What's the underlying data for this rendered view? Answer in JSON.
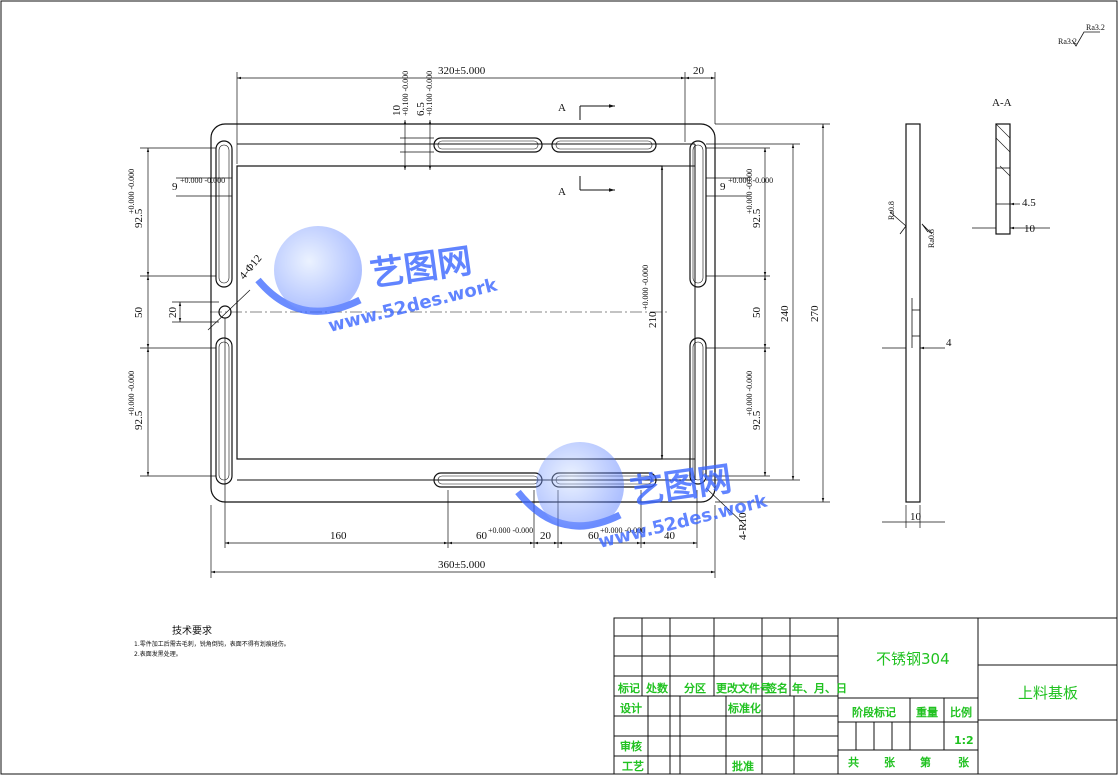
{
  "dimensions": {
    "top_width": "320±5.000",
    "top_right": "20",
    "slot_pos_top_a": "10",
    "slot_pos_top_a_tol": "+0.100 -0.000",
    "slot_pos_top_b": "6.5",
    "slot_pos_top_b_tol": "+0.100 -0.000",
    "slot_width_left": "9",
    "slot_width_left_tol": "+0.000 -0.000",
    "slot_width_right": "9",
    "slot_width_right_tol": "+0.000 -0.000",
    "left_upper_slot": "92.5",
    "left_upper_slot_tol": "+0.000 -0.000",
    "left_mid": "50",
    "left_hole_dim": "20",
    "left_lower_slot": "92.5",
    "left_lower_slot_tol": "+0.000 -0.000",
    "hole_callout": "4-Φ12",
    "right_upper_slot": "92.5",
    "right_upper_slot_tol": "+0.000 -0.000",
    "right_mid": "50",
    "right_lower_slot": "92.5",
    "right_lower_slot_tol": "+0.000 -0.000",
    "inner_height": "210",
    "inner_height_tol": "+0.000 -0.000",
    "height_240": "240",
    "height_270": "270",
    "bottom_160": "160",
    "bottom_slot_a": "60",
    "bottom_slot_a_tol": "+0.000 -0.000",
    "bottom_20": "20",
    "bottom_slot_b": "60",
    "bottom_slot_b_tol": "+0.000 -0.000",
    "bottom_40": "40",
    "corner_callout": "4-R10",
    "overall_width": "360±5.000",
    "side_thickness": "10",
    "side_4": "4",
    "section_4_5": "4.5",
    "section_10": "10"
  },
  "labels": {
    "section_a_top": "A",
    "section_a_bottom": "A",
    "section_view_title": "A-A",
    "roughness_main": "Ra3.2",
    "roughness_corner": "Ra3.2",
    "roughness_side_1": "Ra0.8",
    "roughness_side_2": "Ra0.8"
  },
  "watermark": {
    "cn_1": "艺图网",
    "en_1": "www.52des.work",
    "cn_2": "艺图网",
    "en_2": "www.52des.work",
    "color": "#3a66ff"
  },
  "tech_requirements": {
    "title": "技术要求",
    "line_1": "1.零件加工后需去毛刺，锐角倒钝，表面不得有划痕碰伤。",
    "line_2": "2.表面发黑处理。"
  },
  "title_block": {
    "material": "不锈钢304",
    "part_name": "上料基板",
    "col_mark": "标记",
    "col_count": "处数",
    "col_zone": "分区",
    "col_doc": "更改文件号",
    "col_sign": "签名",
    "col_date": "年、月、日",
    "design": "设计",
    "standardize": "标准化",
    "review": "审核",
    "process": "工艺",
    "approve": "批准",
    "stage_mark": "阶段标记",
    "weight": "重量",
    "scale_label": "比例",
    "scale_value": "1:2",
    "total": "共",
    "sheets": "张",
    "page": "第",
    "sheet_end": "张",
    "accent_color": "#21c221"
  }
}
